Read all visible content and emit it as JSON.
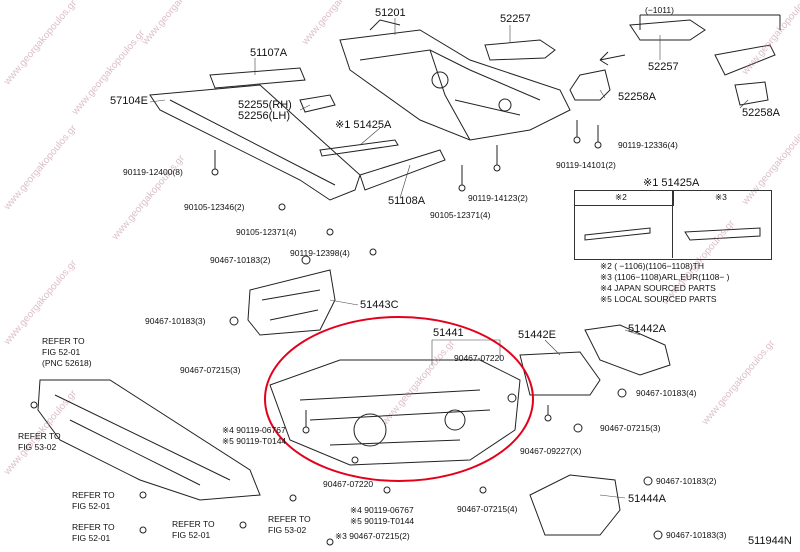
{
  "diagram": {
    "catalog_id": "511944N",
    "watermark_text": "www.georgakopoulos.gr",
    "top_note": "(−1011)",
    "parts": {
      "p51201": "51201",
      "p52257a": "52257",
      "p52257b": "52257",
      "p51107A": "51107A",
      "p57104E": "57104E",
      "p52255": "52255(RH)",
      "p52256": "52256(LH)",
      "p51425A": "※1 51425A",
      "p52258A_a": "52258A",
      "p52258A_b": "52258A",
      "p51108A": "51108A",
      "p51443C": "51443C",
      "p51441": "51441",
      "p51442E": "51442E",
      "p51442A": "51442A",
      "p51444A": "51444A"
    },
    "fasteners": {
      "f12400": "90119-12400(8)",
      "f12346": "90105-12346(2)",
      "f12371a": "90105-12371(4)",
      "f12398": "90119-12398(4)",
      "f10183a": "90467-10183(2)",
      "f10183b": "90467-10183(3)",
      "f12336": "90119-12336(4)",
      "f14101": "90119-14101(2)",
      "f14123": "90119-14123(2)",
      "f12371b": "90105-12371(4)",
      "f07215a": "90467-07215(3)",
      "f07220a": "90467-07220",
      "f06767a": "※4 90119-06767",
      "f10144a": "※5 90119-T0144",
      "f10183c": "90467-10183(4)",
      "f07215b": "90467-07215(3)",
      "f09227": "90467-09227(X)",
      "f07220b": "90467-07220",
      "f06767b": "※4 90119-06767",
      "f10144b": "※5 90119-T0144",
      "f07215c": "※3 90467-07215(2)",
      "f07215d": "90467-07215(4)",
      "f10183d": "90467-10183(2)",
      "f10183e": "90467-10183(3)"
    },
    "refs": {
      "r1_line1": "REFER TO",
      "r1_line2": "FIG 52-01",
      "r1_line3": "(PNC 52618)",
      "r2_line1": "REFER TO",
      "r2_line2": "FIG 53-02",
      "r3_line1": "REFER TO",
      "r3_line2": "FIG 52-01",
      "r4_line1": "REFER TO",
      "r4_line2": "FIG 52-01",
      "r5_line1": "REFER TO",
      "r5_line2": "FIG 52-01",
      "r6_line1": "REFER TO",
      "r6_line2": "FIG 53-02"
    },
    "legend": {
      "title": "※1 51425A",
      "col1": "※2",
      "col2": "※3",
      "notes": [
        "※2 (    −1106)(1106−1108)TH",
        "※3 (1106−1108)ARL,EUR(1108−    )",
        "※4 JAPAN SOURCED PARTS",
        "※5 LOCAL SOURCED PARTS"
      ]
    }
  }
}
